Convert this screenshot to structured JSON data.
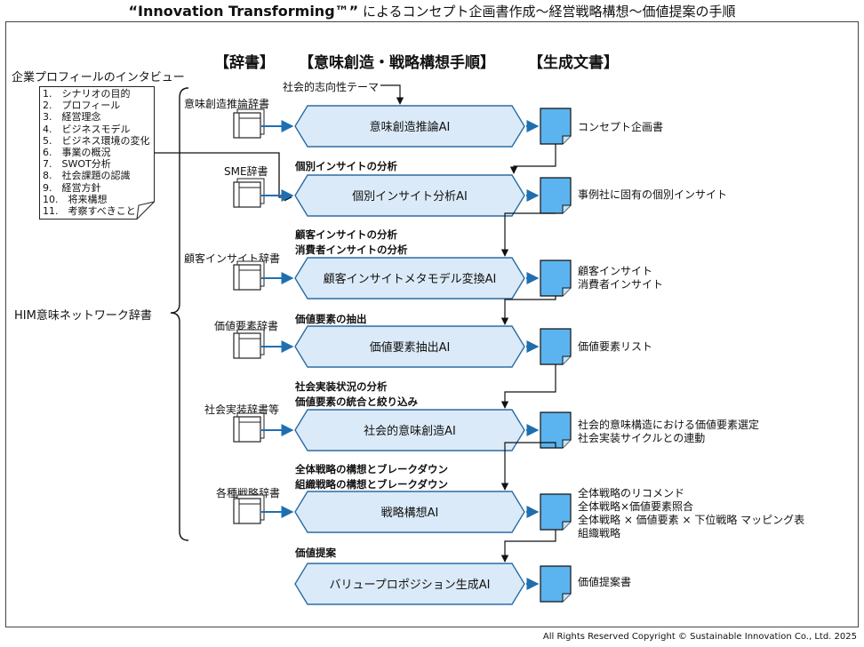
{
  "title": {
    "quoted": "“Innovation Transforming™”",
    "rest": "によるコンセプト企画書作成～経営戦略構想～価値提案の手順"
  },
  "headers": {
    "dictionaries": "【辞書】",
    "procedure": "【意味創造・戦略構想手順】",
    "documents": "【生成文書】"
  },
  "interview": {
    "title": "企業プロフィールのインタビュー",
    "items": [
      "1.　シナリオの目的",
      "2.　プロフィール",
      "3.　経営理念",
      "4.　ビジネスモデル",
      "5.　ビジネス環境の変化",
      "6.　事業の概況",
      "7.　SWOT分析",
      "8.　社会課題の認識",
      "9.　経営方針",
      "10.　将来構想",
      "11.　考察すべきこと"
    ]
  },
  "him_dictionary": "HIM意味ネットワーク辞書",
  "social_theme": "社会的志向性テーマ",
  "dictionaries": [
    "意味創造推論辞書",
    "SME辞書",
    "顧客インサイト辞書",
    "価値要素辞書",
    "社会実装辞書等",
    "各種戦略辞書"
  ],
  "steps": [
    [],
    [
      "個別インサイトの分析"
    ],
    [
      "顧客インサイトの分析",
      "消費者インサイトの分析"
    ],
    [
      "価値要素の抽出"
    ],
    [
      "社会実装状況の分析",
      "価値要素の統合と絞り込み"
    ],
    [
      "全体戦略の構想とブレークダウン",
      "組織戦略の構想とブレークダウン"
    ],
    [
      "価値提案"
    ]
  ],
  "processes": [
    "意味創造推論AI",
    "個別インサイト分析AI",
    "顧客インサイトメタモデル変換AI",
    "価値要素抽出AI",
    "社会的意味創造AI",
    "戦略構想AI",
    "バリュープロポジション生成AI"
  ],
  "documents": [
    [
      "コンセプト企画書"
    ],
    [
      "事例社に固有の個別インサイト"
    ],
    [
      "顧客インサイト",
      "消費者インサイト"
    ],
    [
      "価値要素リスト"
    ],
    [
      "社会的意味構造における価値要素選定",
      "社会実装サイクルとの連動"
    ],
    [
      "全体戦略のリコメンド",
      "全体戦略×価値要素照合",
      "全体戦略 × 価値要素 × 下位戦略 マッピング表",
      "組織戦略"
    ],
    [
      "価値提案書"
    ]
  ],
  "footer": "All Rights Reserved Copyright © Sustainable Innovation Co., Ltd. 2025",
  "colors": {
    "process_fill": "#dbeaf8",
    "process_stroke": "#2b6ca3",
    "doc_fill": "#5bb4ef",
    "arrow_blue": "#1f6fb0",
    "line": "#111111"
  }
}
